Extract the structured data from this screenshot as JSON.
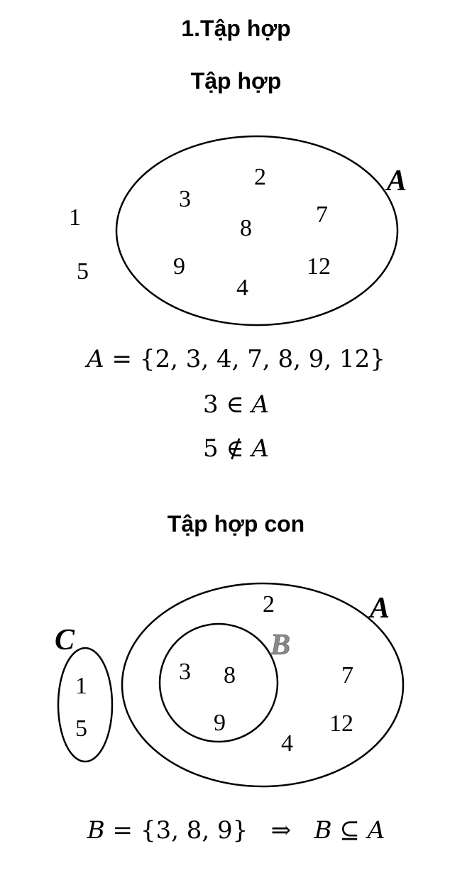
{
  "titles": {
    "main": "1.Tập hợp",
    "set": "Tập hợp",
    "subset": "Tập hợp con"
  },
  "diagram1": {
    "set_label": "A",
    "inside": [
      "2",
      "3",
      "7",
      "8",
      "9",
      "12",
      "4"
    ],
    "outside": [
      "1",
      "5"
    ]
  },
  "formulas": {
    "set_var": "A",
    "set_eq": " = {2, 3, 4, 7, 8, 9, 12}",
    "in_elem": "3 ∈ ",
    "in_var": "A",
    "notin_elem": "5 ∉ ",
    "notin_var": "A",
    "subset_var1": "B",
    "subset_eq": " = {3, 8, 9}   ⇒   ",
    "subset_var2": "B",
    "subset_op": " ⊆ ",
    "subset_var3": "A"
  },
  "diagram2": {
    "label_a": "A",
    "label_b": "B",
    "label_c": "C",
    "b_members": [
      "3",
      "8",
      "9"
    ],
    "a_only": [
      "2",
      "7",
      "12",
      "4"
    ],
    "c_members": [
      "1",
      "5"
    ]
  },
  "colors": {
    "stroke": "#000000",
    "label_b": "#8a8a8a"
  }
}
